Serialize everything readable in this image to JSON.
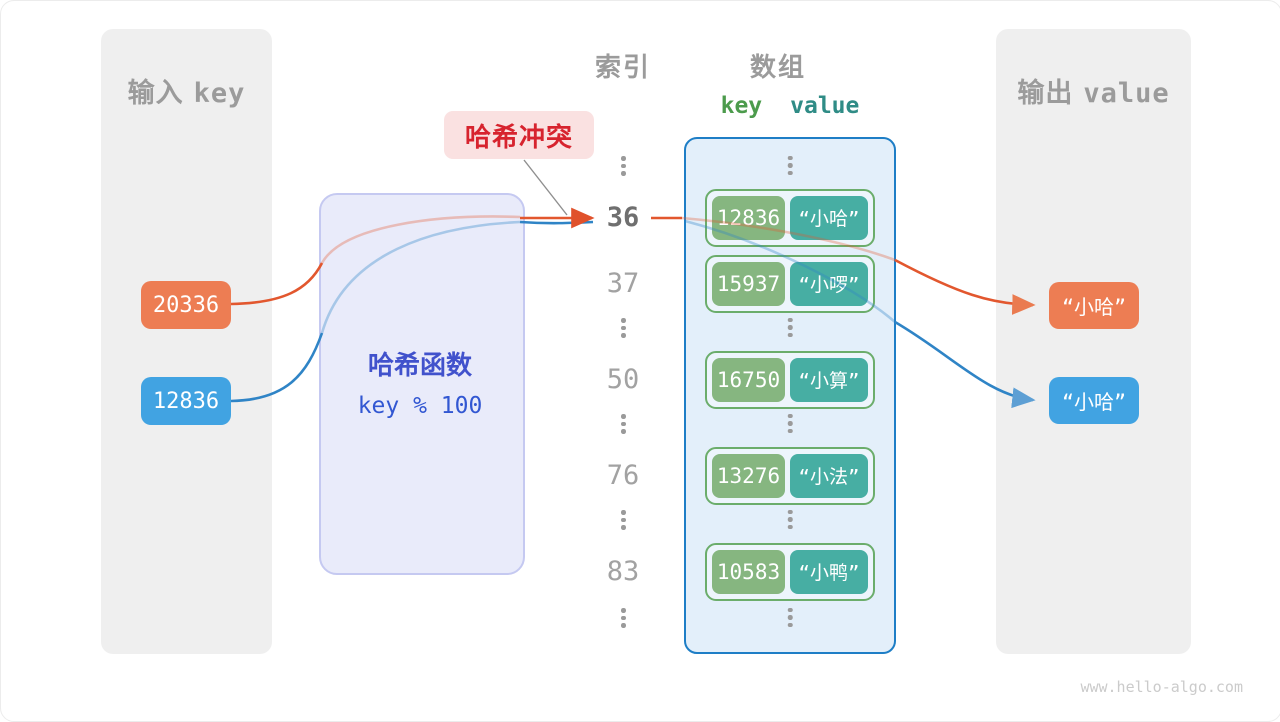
{
  "panels": {
    "input": {
      "title_zh": "输入",
      "title_en": "key",
      "badges": [
        {
          "text": "20336",
          "color": "orange"
        },
        {
          "text": "12836",
          "color": "blue"
        }
      ]
    },
    "output": {
      "title_zh": "输出",
      "title_en": "value",
      "badges": [
        {
          "text": "“小哈”",
          "color": "orange"
        },
        {
          "text": "“小哈”",
          "color": "blue"
        }
      ]
    }
  },
  "hash_function": {
    "name": "哈希函数",
    "formula": "key % 100"
  },
  "collision_badge": {
    "text": "哈希冲突"
  },
  "headers": {
    "index": "索引",
    "array": "数组",
    "key": "key",
    "value": "value"
  },
  "rows": [
    {
      "type": "dots"
    },
    {
      "type": "pair",
      "index": "36",
      "highlight": true,
      "key": "12836",
      "value": "“小哈”"
    },
    {
      "type": "pair",
      "index": "37",
      "key": "15937",
      "value": "“小啰”"
    },
    {
      "type": "dots"
    },
    {
      "type": "pair",
      "index": "50",
      "key": "16750",
      "value": "“小算”"
    },
    {
      "type": "dots"
    },
    {
      "type": "pair",
      "index": "76",
      "key": "13276",
      "value": "“小法”"
    },
    {
      "type": "dots"
    },
    {
      "type": "pair",
      "index": "83",
      "key": "10583",
      "value": "“小鸭”"
    },
    {
      "type": "dots"
    }
  ],
  "watermark": "www.hello-algo.com",
  "colors": {
    "badge_orange": "#ED7D53",
    "badge_blue": "#41A3E2",
    "line_orange": "#E2572E",
    "line_blue": "#2F84C6",
    "collision_text": "#D7232E",
    "collision_bg": "#FAE1E1",
    "key_badge_green": "#86B680",
    "value_badge_teal": "#47AEA3",
    "pair_border_green": "#6BAD6B",
    "array_border_blue": "#1E7EC6",
    "array_bg": "#E3EFFA",
    "hash_box_bg": "#E9EBFA",
    "hash_box_border": "#C5C9F1",
    "hash_text": "#4152CC",
    "panel_bg": "#EFEFEF",
    "header_gray": "#9B9B9B",
    "key_header_green": "#4C9B4C",
    "value_header_teal": "#2F8C86"
  }
}
